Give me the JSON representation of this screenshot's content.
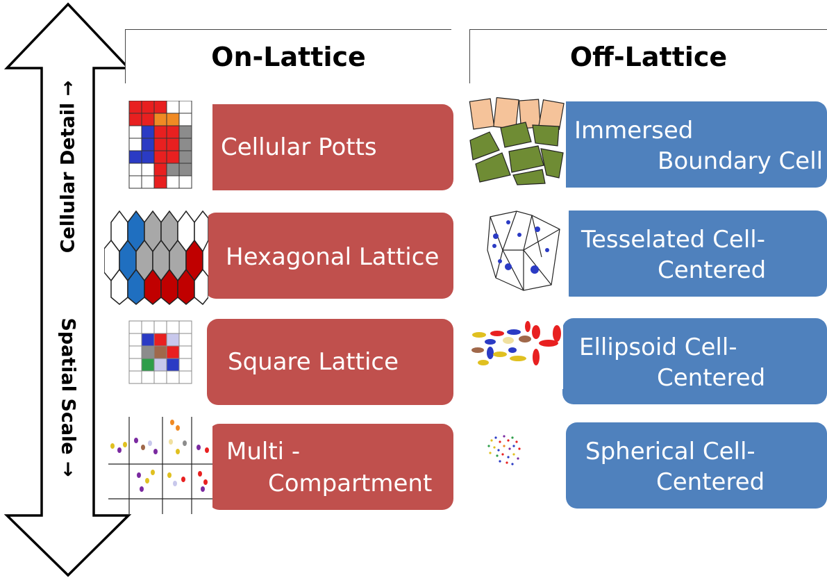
{
  "scale": {
    "top_label": "Cellular Detail →",
    "bottom_label": "Spatial Scale →"
  },
  "columns": {
    "on_lattice": {
      "header": "On-Lattice",
      "items": [
        {
          "lines": [
            "Cellular Potts"
          ]
        },
        {
          "lines": [
            "Hexagonal Lattice"
          ]
        },
        {
          "lines": [
            "Square Lattice"
          ]
        },
        {
          "lines": [
            "Multi -",
            "Compartment"
          ]
        }
      ]
    },
    "off_lattice": {
      "header": "Off-Lattice",
      "items": [
        {
          "lines": [
            "Immersed",
            "Boundary Cell"
          ]
        },
        {
          "lines": [
            "Tesselated Cell-",
            "Centered"
          ]
        },
        {
          "lines": [
            "Ellipsoid Cell-",
            "Centered"
          ]
        },
        {
          "lines": [
            "Spherical Cell-",
            "Centered"
          ]
        }
      ]
    }
  },
  "colors": {
    "on_lattice_card": "#c0504d",
    "off_lattice_card": "#4f81bd",
    "grid_red": "#e82020",
    "grid_blue": "#2b3bc4",
    "grid_gray": "#8c8c8c",
    "grid_orange": "#f08a24",
    "hex_blue": "#1f6fc0",
    "hex_gray": "#a8a8a8",
    "hex_red": "#c00000",
    "peach": "#f5c39a",
    "olive": "#6f8c34"
  }
}
